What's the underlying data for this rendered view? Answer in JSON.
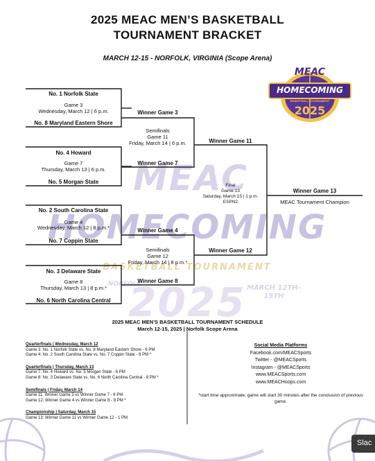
{
  "header": {
    "title_line1": "2025 MEAC MEN’S BASKETBALL",
    "title_line2": "TOURNAMENT BRACKET",
    "subtitle": "MARCH 12-15 - NORFOLK, VIRGINIA (Scope Arena)"
  },
  "logo": {
    "top": "MEAC",
    "main": "HOMECOMING",
    "sub": "BASKETBALL TOURNAMENT",
    "year": "2025"
  },
  "watermark": {
    "line1": "MEAC",
    "line2": "HOMECOMING",
    "line3": "BASKETBALL TOURNAMENT",
    "line4": "2025",
    "dates": "MARCH 12TH-15TH",
    "city": "NORFOLK"
  },
  "bracket": {
    "q1": {
      "team_top": "No. 1 Norfolk State",
      "game": "Game 3",
      "time": "Wednesday, March 12 | 6 p.m.",
      "team_bottom": "No. 8 Maryland Eastern Shore"
    },
    "q2": {
      "team_top": "No. 4 Howard",
      "game": "Game 7",
      "time": "Thursday, March 13 | 6 p.m.",
      "team_bottom": "No. 5 Morgan State"
    },
    "q3": {
      "team_top": "No. 2 South Carolina State",
      "game": "Game 4",
      "time": "Wednesday, March 12 | 8 p.m.*",
      "team_bottom": "No. 7 Coppin State"
    },
    "q4": {
      "team_top": "No. 3 Delaware State",
      "game": "Game 8",
      "time": "Thursday, March 13 | 8 p.m.*",
      "team_bottom": "No. 6 North Carolina Central"
    },
    "s1": {
      "winner_top": "Winner Game 3",
      "label": "Semifinals",
      "game": "Game 11",
      "time": "Friday, March 14 | 6 p.m.",
      "winner_bottom": "Winner Game 7"
    },
    "s2": {
      "winner_top": "Winner Game 4",
      "label": "Semifinals",
      "game": "Game 12",
      "time": "Friday, March 14 | 8 p.m.*",
      "winner_bottom": "Winner Game 8"
    },
    "final": {
      "winner_top": "Winner Game 11",
      "label": "Final",
      "game": "Game 13",
      "time": "Saturday, March 15 | 1 p.m.",
      "network": "ESPN2",
      "winner_bottom": "Winner Game 12"
    },
    "champ": {
      "winner": "Winner Game 13",
      "label": "MEAC Tournament Champion"
    }
  },
  "schedule": {
    "title": "2025 MEAC MEN'S BASKETBALL TOURNAMENT SCHEDULE",
    "subtitle": "March 12-15, 2025  |  Norfolk Scope Arena",
    "groups": [
      {
        "header": "Quarterfinals | Wednesday, March 12",
        "lines": [
          "Game 3: No. 1 Norfolk State vs. No. 8 Maryland Eastern Shore - 6 PM",
          "Game 4: No. 2 South Carolina State vs. No. 7 Coppin State - 8 PM *"
        ]
      },
      {
        "header": "Quarterfinals | Thursday, March 13",
        "lines": [
          "Game 7: No. 4 Howard vs. No. 5 Morgan State - 6 PM",
          "Game 8: No. 3 Delaware State vs. No. 6 North Carolina Central - 8 PM *"
        ]
      },
      {
        "header": "Semifinals | Friday, March 14",
        "lines": [
          "Game 11: Winner Game 3 vs Winner Game 7 - 6 PM",
          "Game 12: Winner Game 4 vs Winner Game 8 - 8 PM *"
        ]
      },
      {
        "header": "Championship | Saturday, March 15",
        "lines": [
          "Game 13: Winner Game 11 vs Winner Game 12 - 1 PM"
        ]
      }
    ],
    "social_title": "Social Media Platforms",
    "social": [
      "Facebook.com/MEACSports",
      "Twitter - @MEACSports",
      "Instagram - @MEACSports",
      "www.MEACSports.com",
      "www.MEACHoops.com"
    ],
    "footnote": "*start time approximate; game will start 30 minutes after the conclusion of previous game."
  },
  "slack_tab": "Slac",
  "colors": {
    "gold": "#f2c14e",
    "purple": "#4b2a86",
    "line": "#111111"
  }
}
